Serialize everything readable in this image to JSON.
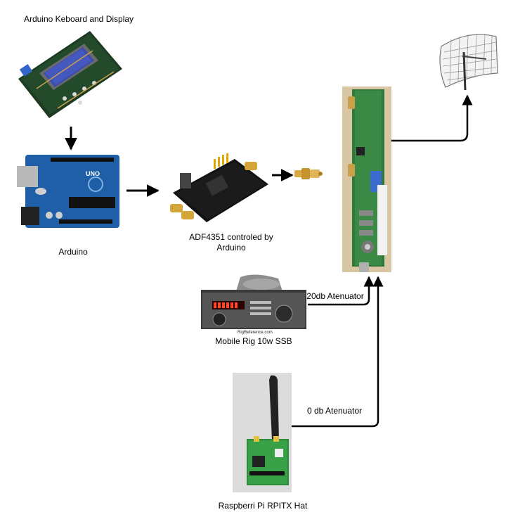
{
  "labels": {
    "keyboard_display": "Arduino Keboard and Display",
    "arduino": "Arduino",
    "adf4351_line1": "ADF4351 controled by",
    "adf4351_line2": "Arduino",
    "mobile_rig": "Mobile Rig 10w SSB",
    "atten_20db": "20db Atenuator",
    "atten_0db": "0 db Atenuator",
    "rpitx": "Raspberri Pi RPITX Hat",
    "rig_watermark": "RigReference.com",
    "uno_text": "UNO"
  },
  "icons": {
    "lcd_shield": "lcd-keypad-shield-photo",
    "arduino_board": "arduino-uno-photo",
    "adf4351_board": "adf4351-board-photo",
    "sma_connector": "sma-connector-photo",
    "amplifier": "rf-amplifier-board-photo",
    "grid_antenna": "grid-parabolic-antenna",
    "radio": "mobile-radio-photo",
    "rpi_hat": "rpitx-hat-photo"
  },
  "colors": {
    "line": "#000000",
    "pcb_blue": "#1f5fa8",
    "pcb_green": "#2f7a3a",
    "lcd_blue": "#3a4db0"
  }
}
